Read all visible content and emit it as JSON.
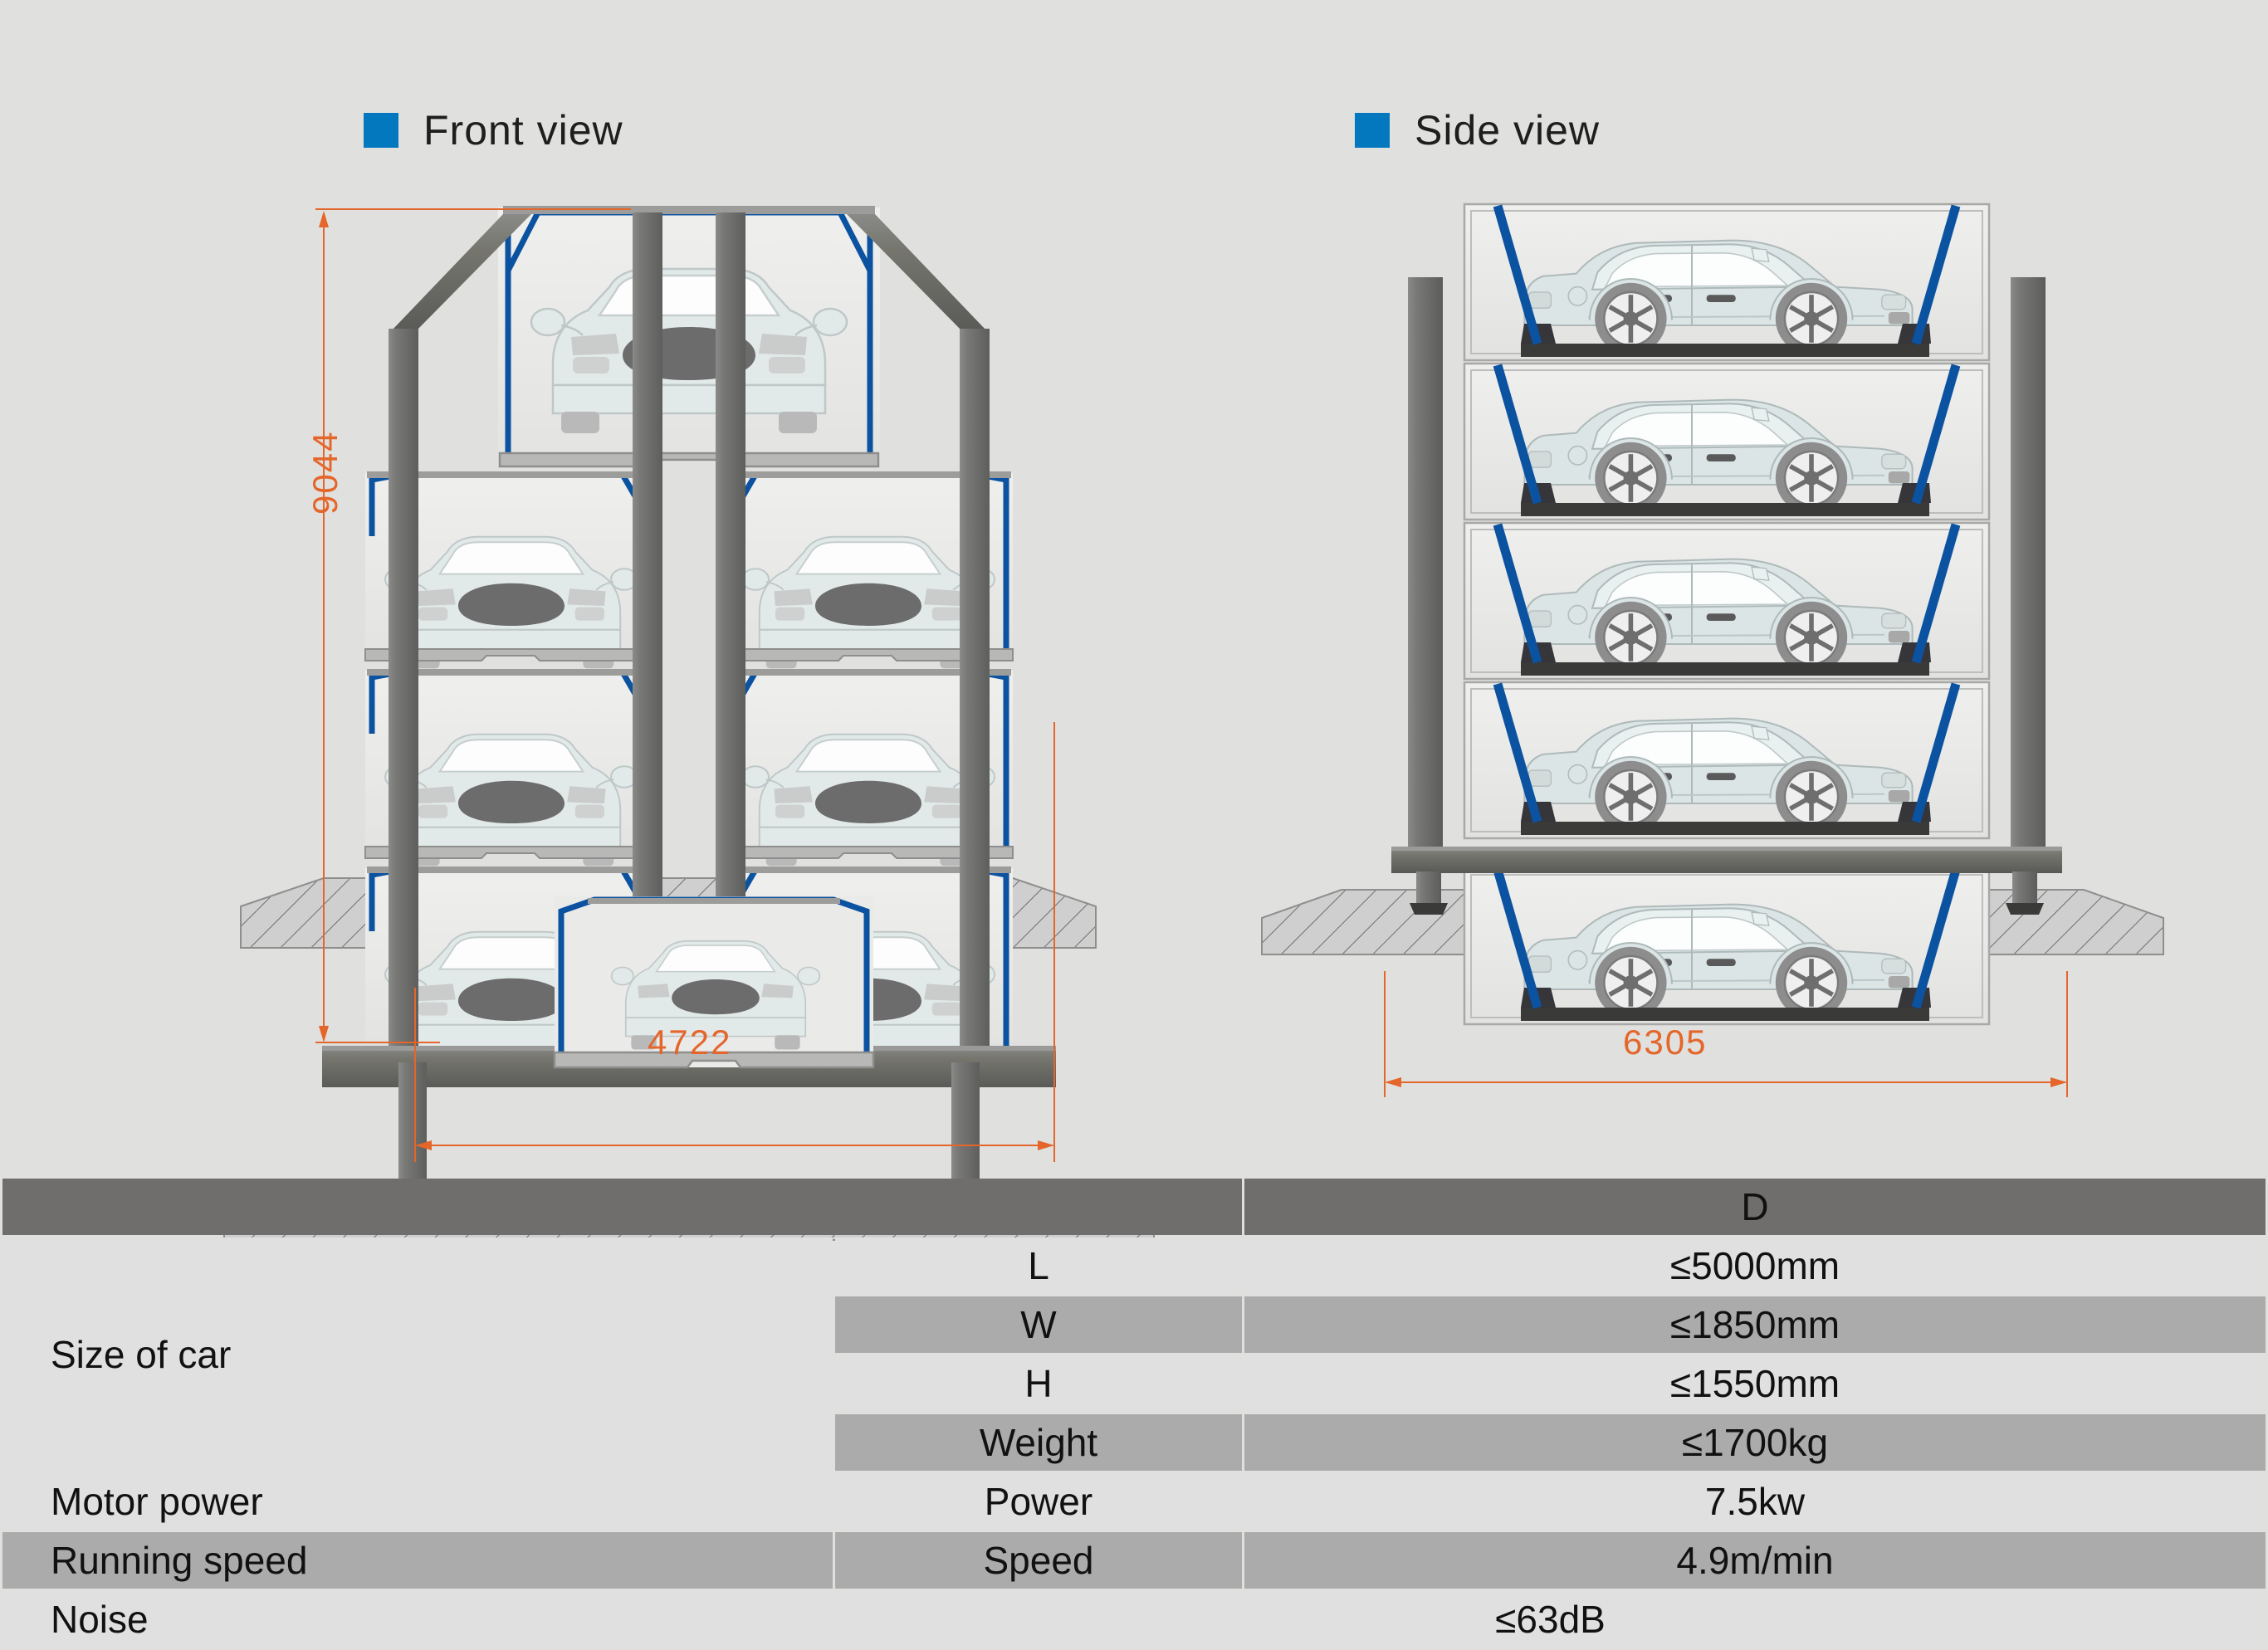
{
  "views": {
    "front": {
      "label": "Front  view",
      "marker_color": "#0478BE",
      "marker_icon": "blue-square-marker"
    },
    "side": {
      "label": "Side view",
      "marker_color": "#0478BE",
      "marker_icon": "blue-square-marker"
    }
  },
  "dimensions": {
    "front_height": "9044",
    "front_width": "4722",
    "side_width": "6305",
    "unit_implied": "mm",
    "color": "#E4662B"
  },
  "diagram": {
    "front_levels": 4,
    "front_columns": 2,
    "front_top_single_car": true,
    "side_levels": 5,
    "car_body_color": "#DCE5E5",
    "steel_color": "#6F6F6D",
    "cable_color": "#0B52A0",
    "ground_hatch_color": "#C9C9C9"
  },
  "table": {
    "header": {
      "col1": "",
      "col2": "",
      "col3": "D"
    },
    "rows": [
      {
        "group": "Size of car",
        "sub": "L",
        "value": "≤5000mm",
        "shade": "light"
      },
      {
        "group": "",
        "sub": "W",
        "value": "≤1850mm",
        "shade": "dark"
      },
      {
        "group": "",
        "sub": "H",
        "value": "≤1550mm",
        "shade": "light"
      },
      {
        "group": "",
        "sub": "Weight",
        "value": "≤1700kg",
        "shade": "dark"
      },
      {
        "group": "Motor power",
        "sub": "Power",
        "value": "7.5kw",
        "shade": "light"
      },
      {
        "group": "Running speed",
        "sub": "Speed",
        "value": "4.9m/min",
        "shade": "dark"
      },
      {
        "group": "Noise",
        "sub": "≤63dB",
        "value": "",
        "shade": "light"
      }
    ],
    "header_bg": "#706E6D",
    "row_light_bg": "#E0E0E0",
    "row_dark_bg": "#ABABAB"
  }
}
